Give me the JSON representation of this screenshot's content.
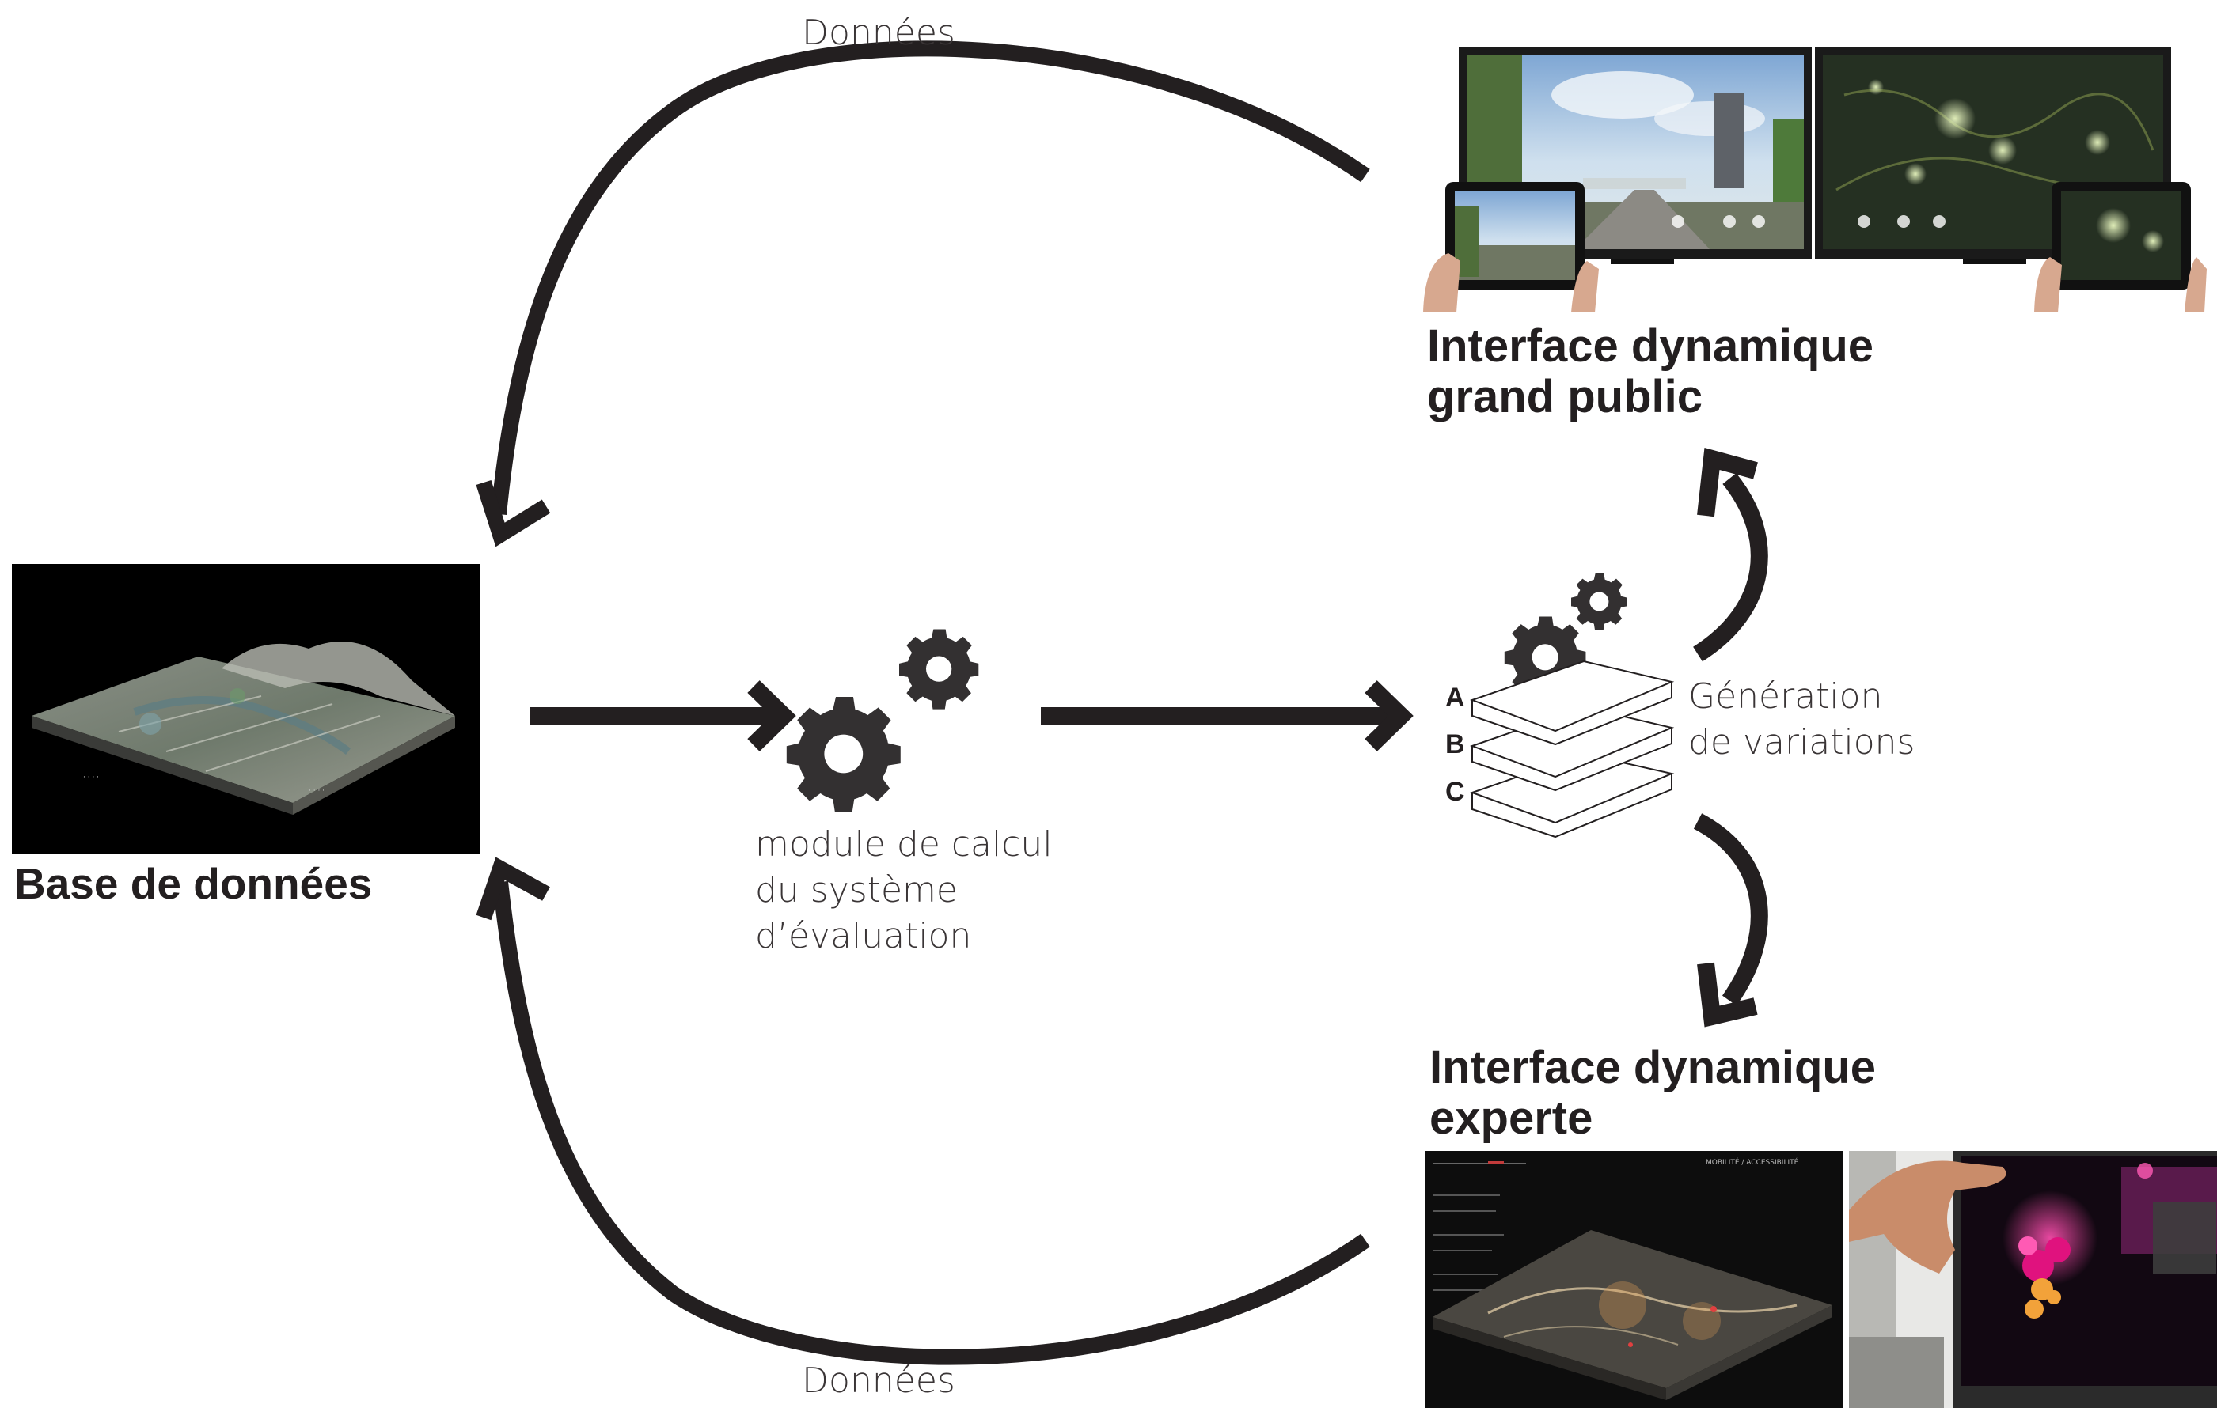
{
  "arrows": {
    "top_label": "Données",
    "bottom_label": "Données"
  },
  "database": {
    "title": "Base de données"
  },
  "calc_module": {
    "line1": "module de calcul",
    "line2": "du système",
    "line3": "d’évaluation"
  },
  "variations": {
    "layer_a": "A",
    "layer_b": "B",
    "layer_c": "C",
    "line1": "Génération",
    "line2": "de variations"
  },
  "public_interface": {
    "line1": "Interface dynamique",
    "line2": "grand public"
  },
  "expert_interface": {
    "line1": "Interface dynamique",
    "line2": "experte",
    "screen_menu": "MOBILITÉ / ACCESSIBILITÉ"
  },
  "colors": {
    "ink": "#231f20",
    "gear": "#333031",
    "accent_magenta": "#e0127e",
    "accent_orange": "#f2a23a"
  }
}
